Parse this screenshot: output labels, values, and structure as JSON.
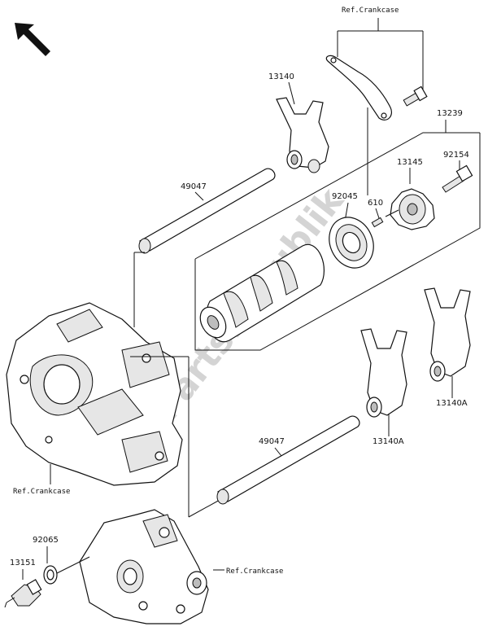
{
  "labels": {
    "ref_top": "Ref.Crankcase",
    "p13140": "13140",
    "p13239": "13239",
    "p92154": "92154",
    "p13145": "13145",
    "p92045": "92045",
    "p610": "610",
    "p49047_top": "49047",
    "p49047_bottom": "49047",
    "p13140A_left": "13140A",
    "p13140A_right": "13140A",
    "ref_left": "Ref.Crankcase",
    "p92065": "92065",
    "p13151": "13151",
    "ref_bottom": "Ref.Crankcase"
  },
  "watermark": "PartsRepublik",
  "icons": {
    "direction_arrow": "arrow-up-left-icon"
  }
}
